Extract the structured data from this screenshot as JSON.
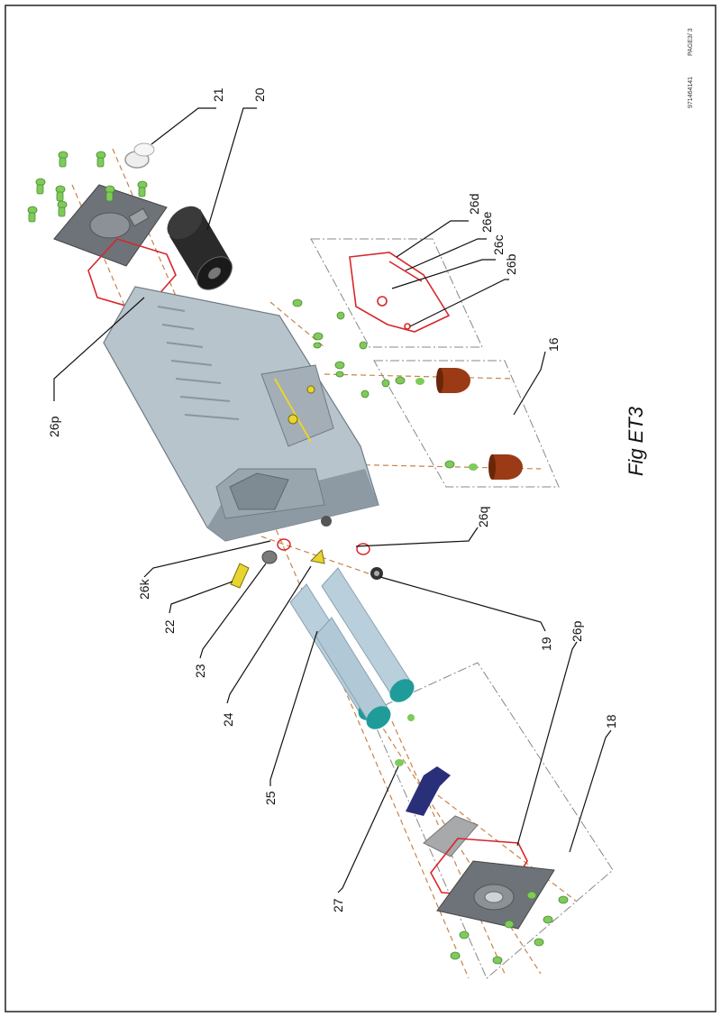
{
  "figure": {
    "title": "Fig ET3",
    "document_number": "971464141",
    "page_label": "PAGE3/ 3"
  },
  "callouts": {
    "c21": "21",
    "c20": "20",
    "c26p_top": "26p",
    "c26d": "26d",
    "c26e": "26e",
    "c26c": "26c",
    "c26b": "26b",
    "c16": "16",
    "c26q": "26q",
    "c26k": "26k",
    "c22": "22",
    "c23": "23",
    "c24": "24",
    "c19": "19",
    "c25": "25",
    "c27": "27",
    "c26p_bottom": "26p",
    "c18": "18"
  },
  "colors": {
    "housing": "#b8c4cc",
    "housing_dark": "#8e9aa3",
    "gasket": "#d8262c",
    "screw": "#7ecb5a",
    "filter_cylinder": "#b9cfdc",
    "filter_cap": "#1f9c9a",
    "bushing": "#9a3b16",
    "plug": "#e8d530",
    "bracket": "#2a2f7a",
    "cover": "#6d7378",
    "dashline": "#c8834a"
  }
}
